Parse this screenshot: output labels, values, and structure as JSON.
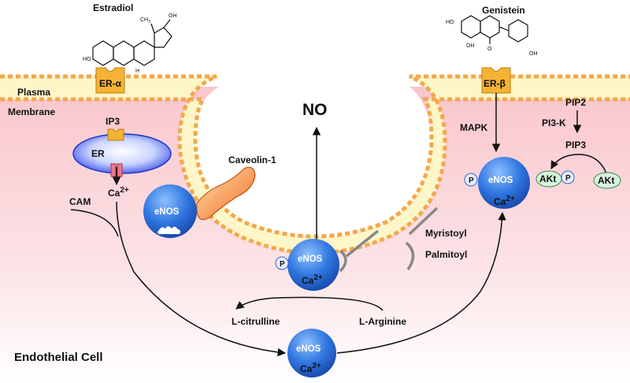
{
  "ligands": {
    "estradiol": "Estradiol",
    "genistein": "Genistein"
  },
  "receptors": {
    "er_alpha": "ER-α",
    "er_beta": "ER-β"
  },
  "membrane": {
    "line1": "Plasma",
    "line2": "Membrane"
  },
  "er": {
    "organelle": "ER",
    "ip3": "IP3",
    "ca": "Ca",
    "ca_charge": "2+",
    "cam": "CAM"
  },
  "caveolin": "Caveolin-1",
  "no": "NO",
  "pathway": {
    "mapk": "MAPK",
    "pip2": "PIP2",
    "pi3k": "PI3-K",
    "pip3": "PIP3",
    "akt1": "AKt",
    "akt2": "AKt",
    "phospho": "P"
  },
  "enos": {
    "label": "eNOS",
    "ca": "Ca",
    "ca_charge": "2+"
  },
  "lipids": {
    "myristoyl": "Myristoyl",
    "palmitoyl": "Palmitoyl"
  },
  "reaction": {
    "arginine": "L-Arginine",
    "citrulline": "L-citrulline"
  },
  "cell_label": "Endothelial Cell",
  "chem_atoms": {
    "oh": "OH",
    "ho": "HO",
    "o": "O",
    "h": "H",
    "ch3": "CH",
    "ch3_sub": "3"
  },
  "colors": {
    "membrane": "#f5a74a",
    "membrane_band": "#fdf6c8",
    "cytoplasm": "#fbd9dc",
    "enos_blue": "#2f76e0",
    "er_blue": "#3a5fe0",
    "receptor": "#f5b335",
    "caveolin": "#f07a2a",
    "akt": "#d7f2dc"
  }
}
